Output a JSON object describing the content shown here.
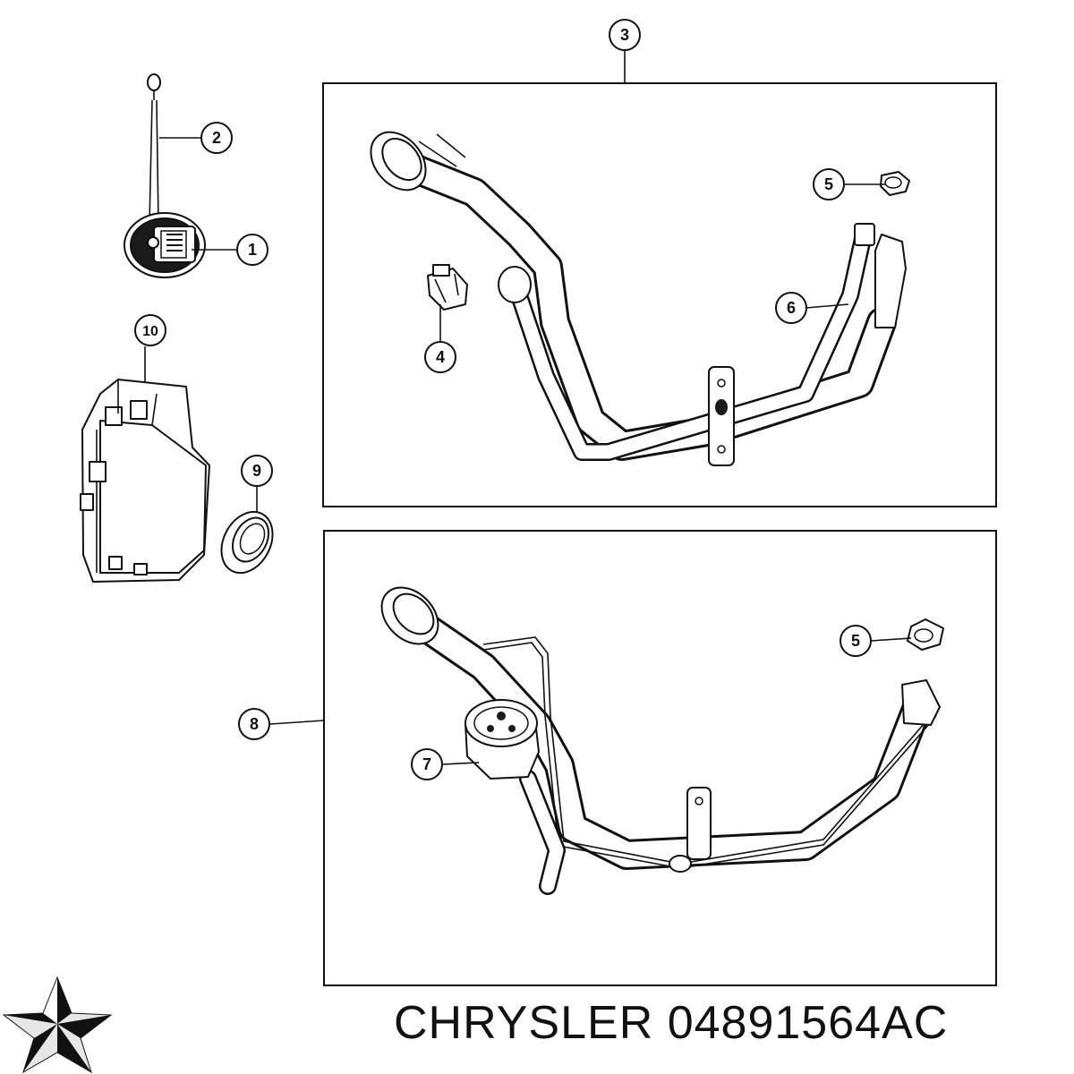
{
  "callouts": [
    {
      "id": "1",
      "label": "1"
    },
    {
      "id": "2",
      "label": "2"
    },
    {
      "id": "3",
      "label": "3"
    },
    {
      "id": "4",
      "label": "4"
    },
    {
      "id": "5a",
      "label": "5"
    },
    {
      "id": "5b",
      "label": "5"
    },
    {
      "id": "6",
      "label": "6"
    },
    {
      "id": "7",
      "label": "7"
    },
    {
      "id": "8",
      "label": "8"
    },
    {
      "id": "9",
      "label": "9"
    },
    {
      "id": "10",
      "label": "10"
    }
  ],
  "caption": {
    "text": "CHRYSLER 04891564AC"
  },
  "logo": {
    "icon": "pentastar-logo-icon",
    "brand": "CHRYSLER"
  },
  "colors": {
    "line": "#111111",
    "background": "#ffffff"
  }
}
